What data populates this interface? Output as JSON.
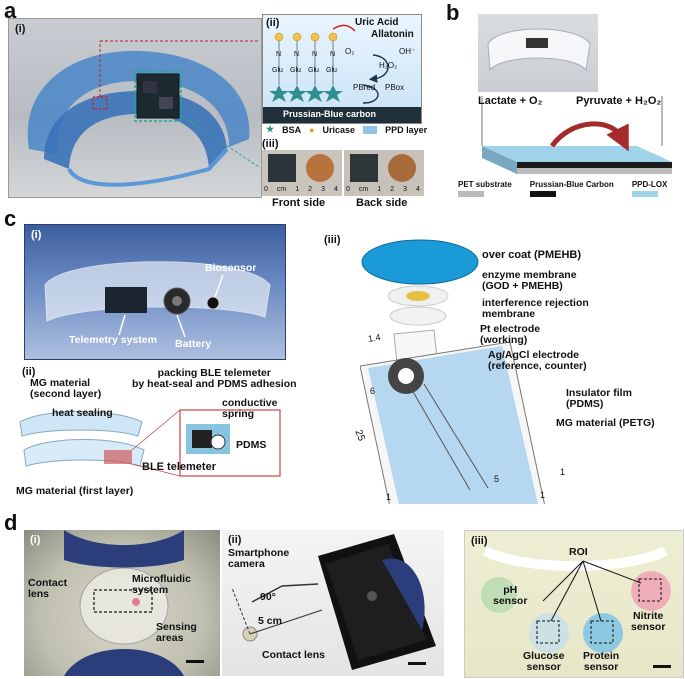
{
  "panels": {
    "a": {
      "letter": "a",
      "i": "(i)",
      "ii": "(ii)",
      "iii": "(iii)",
      "uric_acid": "Uric Acid",
      "allatonin": "Allatonin",
      "h2o2": "H₂O₂",
      "o2": "O₂",
      "oh": "OH⁻",
      "pb_red": "PBred",
      "pb_ox": "PBox",
      "glu": "Glu",
      "n": "N",
      "carbon": "Prussian-Blue carbon",
      "legend_bsa": "BSA",
      "legend_uricase": "Uricase",
      "legend_ppd": "PPD layer",
      "front": "Front side",
      "back": "Back side"
    },
    "b": {
      "letter": "b",
      "lactate": "Lactate + O₂",
      "pyruvate": "Pyruvate + H₂O₂",
      "pet": "PET substrate",
      "pbc": "Prussian-Blue Carbon",
      "ppd": "PPD-LOX"
    },
    "c": {
      "letter": "c",
      "i": "(i)",
      "ii": "(ii)",
      "iii": "(iii)",
      "biosensor": "Biosensor",
      "telemetry": "Telemetry system",
      "battery": "Battery",
      "mg2": "MG material\n(second layer)",
      "packing": "packing BLE telemeter\nby heat-seal and PDMS adhesion",
      "heat": "heat sealing",
      "spring": "conductive\nspring",
      "pdms": "PDMS",
      "ble": "BLE telemeter",
      "mg1": "MG material (first layer)",
      "overcoat": "over coat (PMEHB)",
      "enzyme": "enzyme membrane\n(GOD + PMEHB)",
      "interference": "interference rejection\nmembrane",
      "pt": "Pt electrode\n(working)",
      "agcl": "Ag/AgCl electrode\n(reference, counter)",
      "insulator": "Insulator film\n(PDMS)",
      "mgpetg": "MG material (PETG)",
      "dim_14": "1.4",
      "dim_6": "6",
      "dim_25": "25",
      "dim_1a": "1",
      "dim_1b": "1",
      "dim_1c": "1",
      "dim_5": "5"
    },
    "d": {
      "letter": "d",
      "i": "(i)",
      "ii": "(ii)",
      "iii": "(iii)",
      "contact": "Contact\nlens",
      "micro": "Microfluidic\nsystem",
      "sensing": "Sensing\nareas",
      "camera": "Smartphone\ncamera",
      "angle": "90°",
      "dist": "5 cm",
      "lens2": "Contact lens",
      "roi": "ROI",
      "ph": "pH\nsensor",
      "nitrite": "Nitrite\nsensor",
      "glucose": "Glucose\nsensor",
      "protein": "Protein\nsensor"
    }
  },
  "ruler": {
    "ticks_front": [
      "0",
      "cm",
      "1",
      "2",
      "3",
      "4"
    ],
    "ticks_back": [
      "0",
      "cm",
      "1",
      "2",
      "3",
      "4"
    ]
  }
}
